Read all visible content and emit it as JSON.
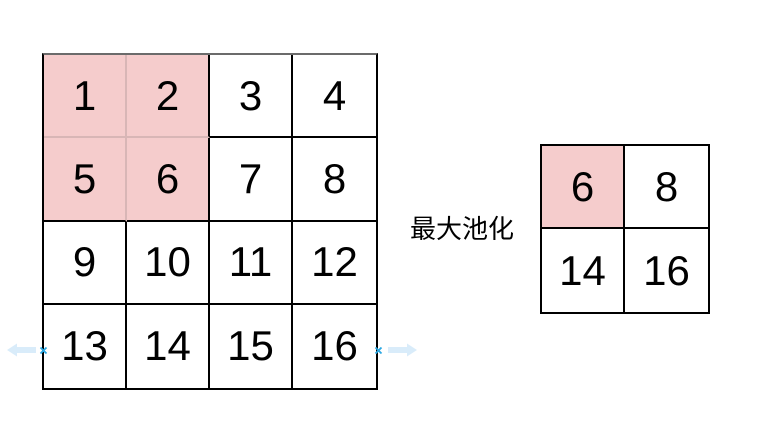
{
  "pooling_label": {
    "text": "最大池化"
  },
  "input_grid": {
    "rows": 4,
    "cols": 4,
    "cells": [
      "1",
      "2",
      "3",
      "4",
      "5",
      "6",
      "7",
      "8",
      "9",
      "10",
      "11",
      "12",
      "13",
      "14",
      "15",
      "16"
    ],
    "highlighted_cells": [
      "1",
      "2",
      "5",
      "6"
    ]
  },
  "output_grid": {
    "rows": 2,
    "cols": 2,
    "cells": [
      "6",
      "8",
      "14",
      "16"
    ],
    "highlighted_cells": [
      "6"
    ]
  },
  "icons": {
    "left_arrow": "stretch-arrow-left",
    "right_arrow": "stretch-arrow-right",
    "left_handle": "x-resize-handle",
    "right_handle": "x-resize-handle"
  },
  "colors": {
    "highlight_fill": "#f5cccc",
    "highlight_inner_border": "#d8b6b6",
    "grid_border": "#000000",
    "grid_top_border": "#6b6b6b",
    "arrow_fill": "#d9ecfa",
    "handle_blue": "#2aa7e2",
    "text": "#000000",
    "background": "#ffffff"
  }
}
